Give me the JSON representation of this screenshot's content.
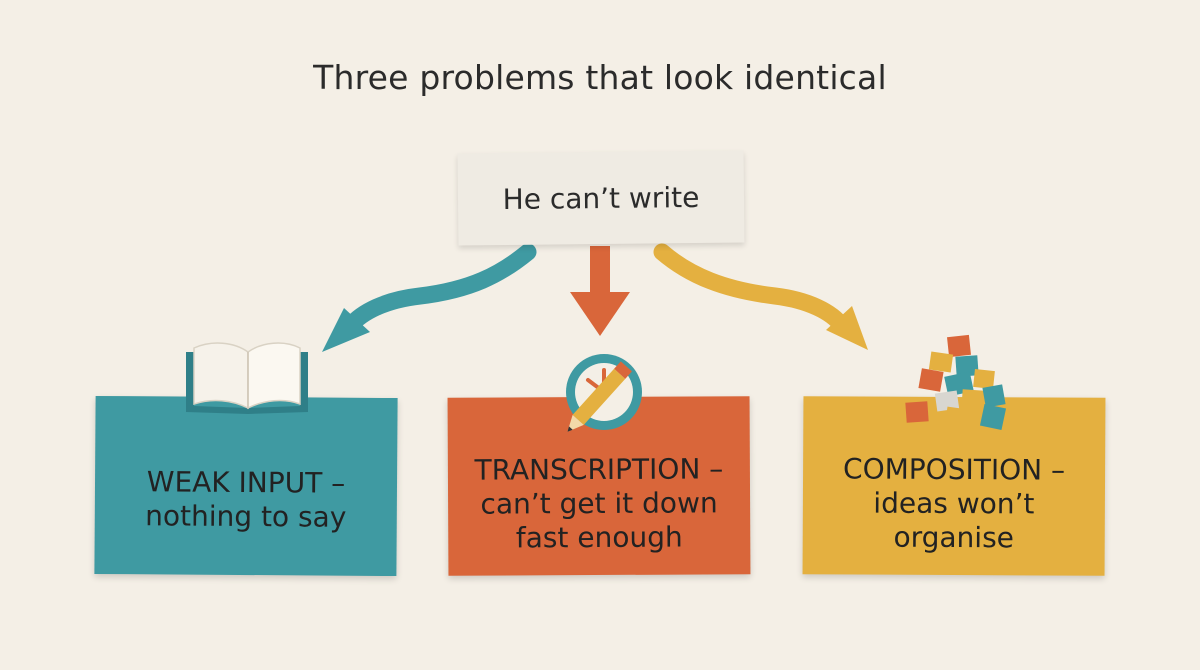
{
  "title": "Three problems that look identical",
  "root": {
    "label": "He can’t write"
  },
  "branches": [
    {
      "heading": "WEAK INPUT –",
      "detail": "nothing to say",
      "color": "#3f9aa2",
      "icon": "open-book-icon"
    },
    {
      "heading": "TRANSCRIPTION –",
      "detail": "can’t get it down",
      "detail2": "fast enough",
      "color": "#d9663a",
      "icon": "clock-pencil-icon"
    },
    {
      "heading": "COMPOSITION –",
      "detail": "ideas won’t",
      "detail2": "organise",
      "color": "#e4b040",
      "icon": "scattered-blocks-icon"
    }
  ]
}
